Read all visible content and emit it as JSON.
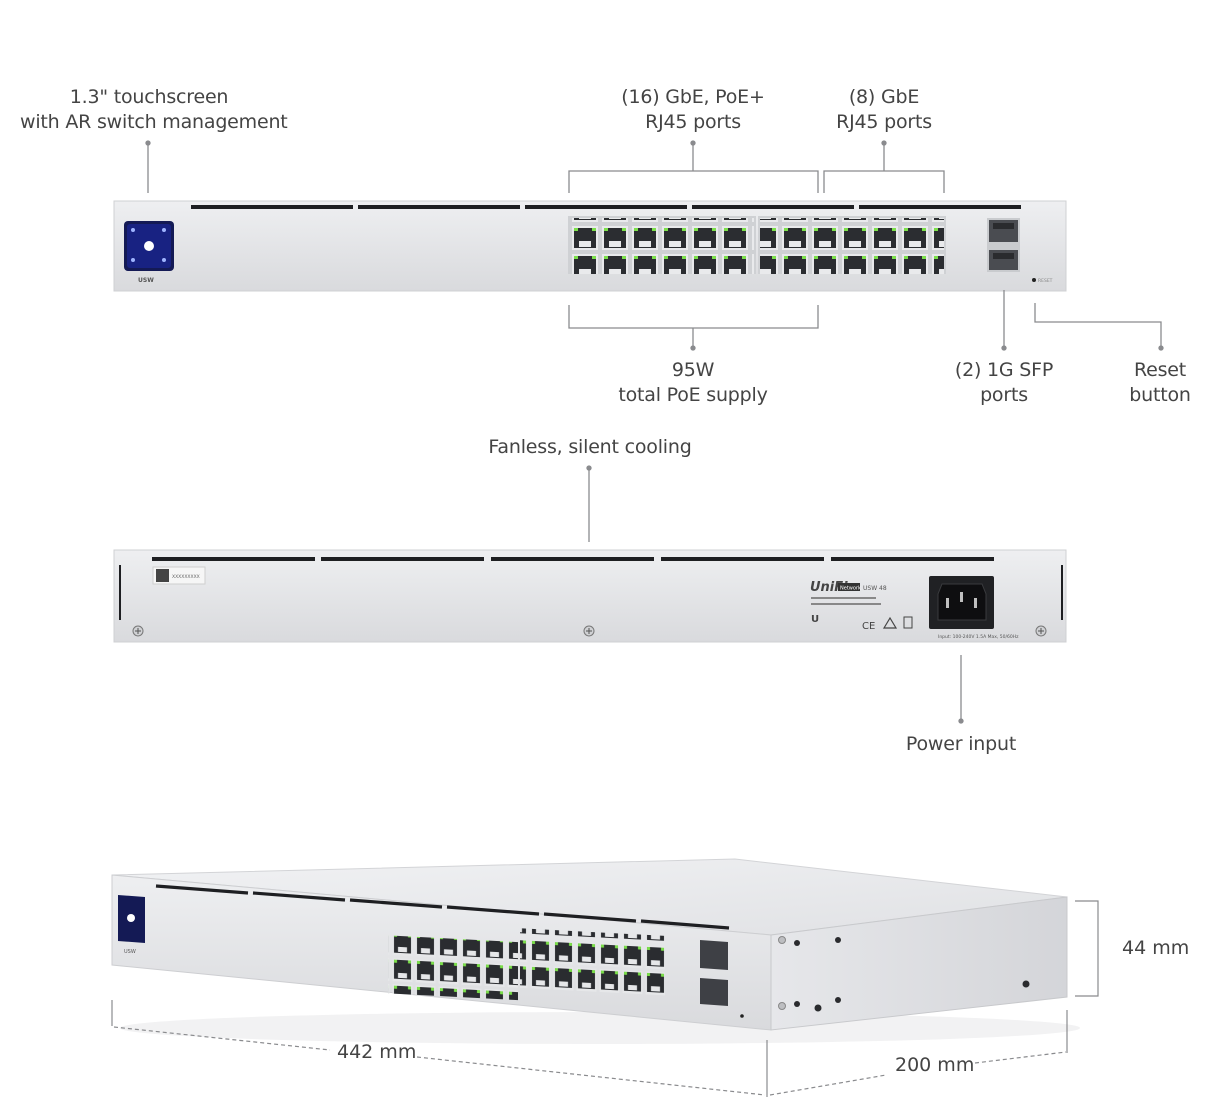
{
  "callouts": {
    "touchscreen": [
      "1.3\" touchscreen",
      "with AR switch management"
    ],
    "poe_ports": [
      "(16) GbE, PoE+",
      "RJ45 ports"
    ],
    "gbe_ports": [
      "(8) GbE",
      "RJ45 ports"
    ],
    "poe_supply": [
      "95W",
      "total PoE supply"
    ],
    "sfp_ports": [
      "(2) 1G SFP",
      "ports"
    ],
    "reset_button": [
      "Reset",
      "button"
    ],
    "cooling": "Fanless, silent cooling",
    "power_input": "Power input"
  },
  "dimensions": {
    "height": "44 mm",
    "width": "442 mm",
    "depth": "200 mm"
  },
  "device_text": {
    "front_logo": "USW",
    "reset_small": "RESET",
    "rear_brand": "UniFi",
    "rear_badge": "Network",
    "rear_model": "USW 48",
    "rear_input": "Input: 100-240V  1.5A Max, 50/60Hz",
    "rear_label": "XXXXXXXXX"
  },
  "colors": {
    "chassis": "#e4e5e7",
    "port_led": "#7be04a",
    "screen": "#1b2aa8"
  }
}
